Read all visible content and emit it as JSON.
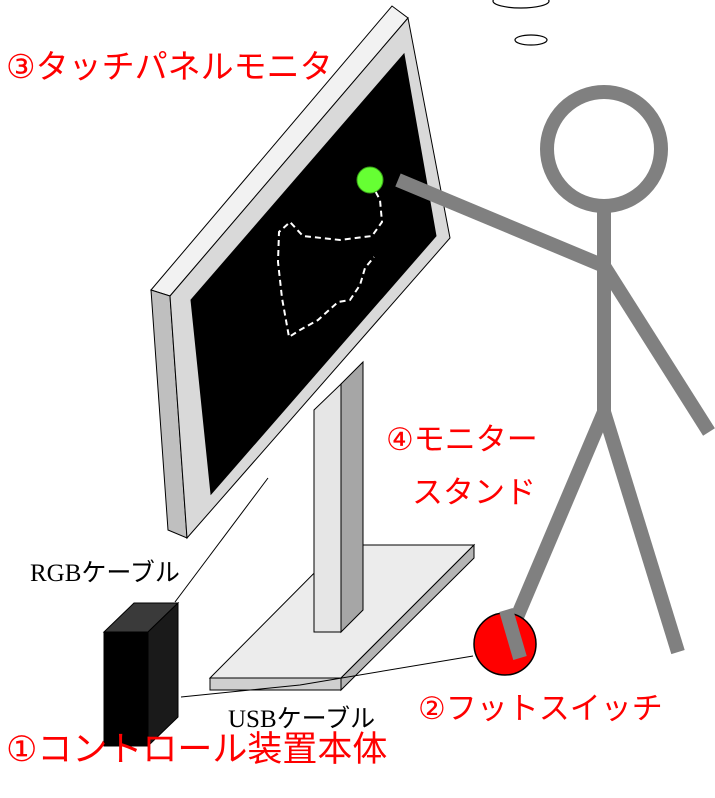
{
  "labels": {
    "monitor": "③タッチパネルモニタ",
    "stand_line1": "④モニター",
    "stand_line2": "スタンド",
    "foot_switch": "②フットスイッチ",
    "control_unit": "①コントロール装置本体",
    "rgb_cable": "RGBケーブル",
    "usb_cable": "USBケーブル"
  },
  "colors": {
    "label_red": "#ff0000",
    "person_gray": "#808080",
    "touch_point": "#66ff33",
    "foot_switch": "#ff0000",
    "screen": "#000000",
    "bezel": "#d9d9d9"
  }
}
